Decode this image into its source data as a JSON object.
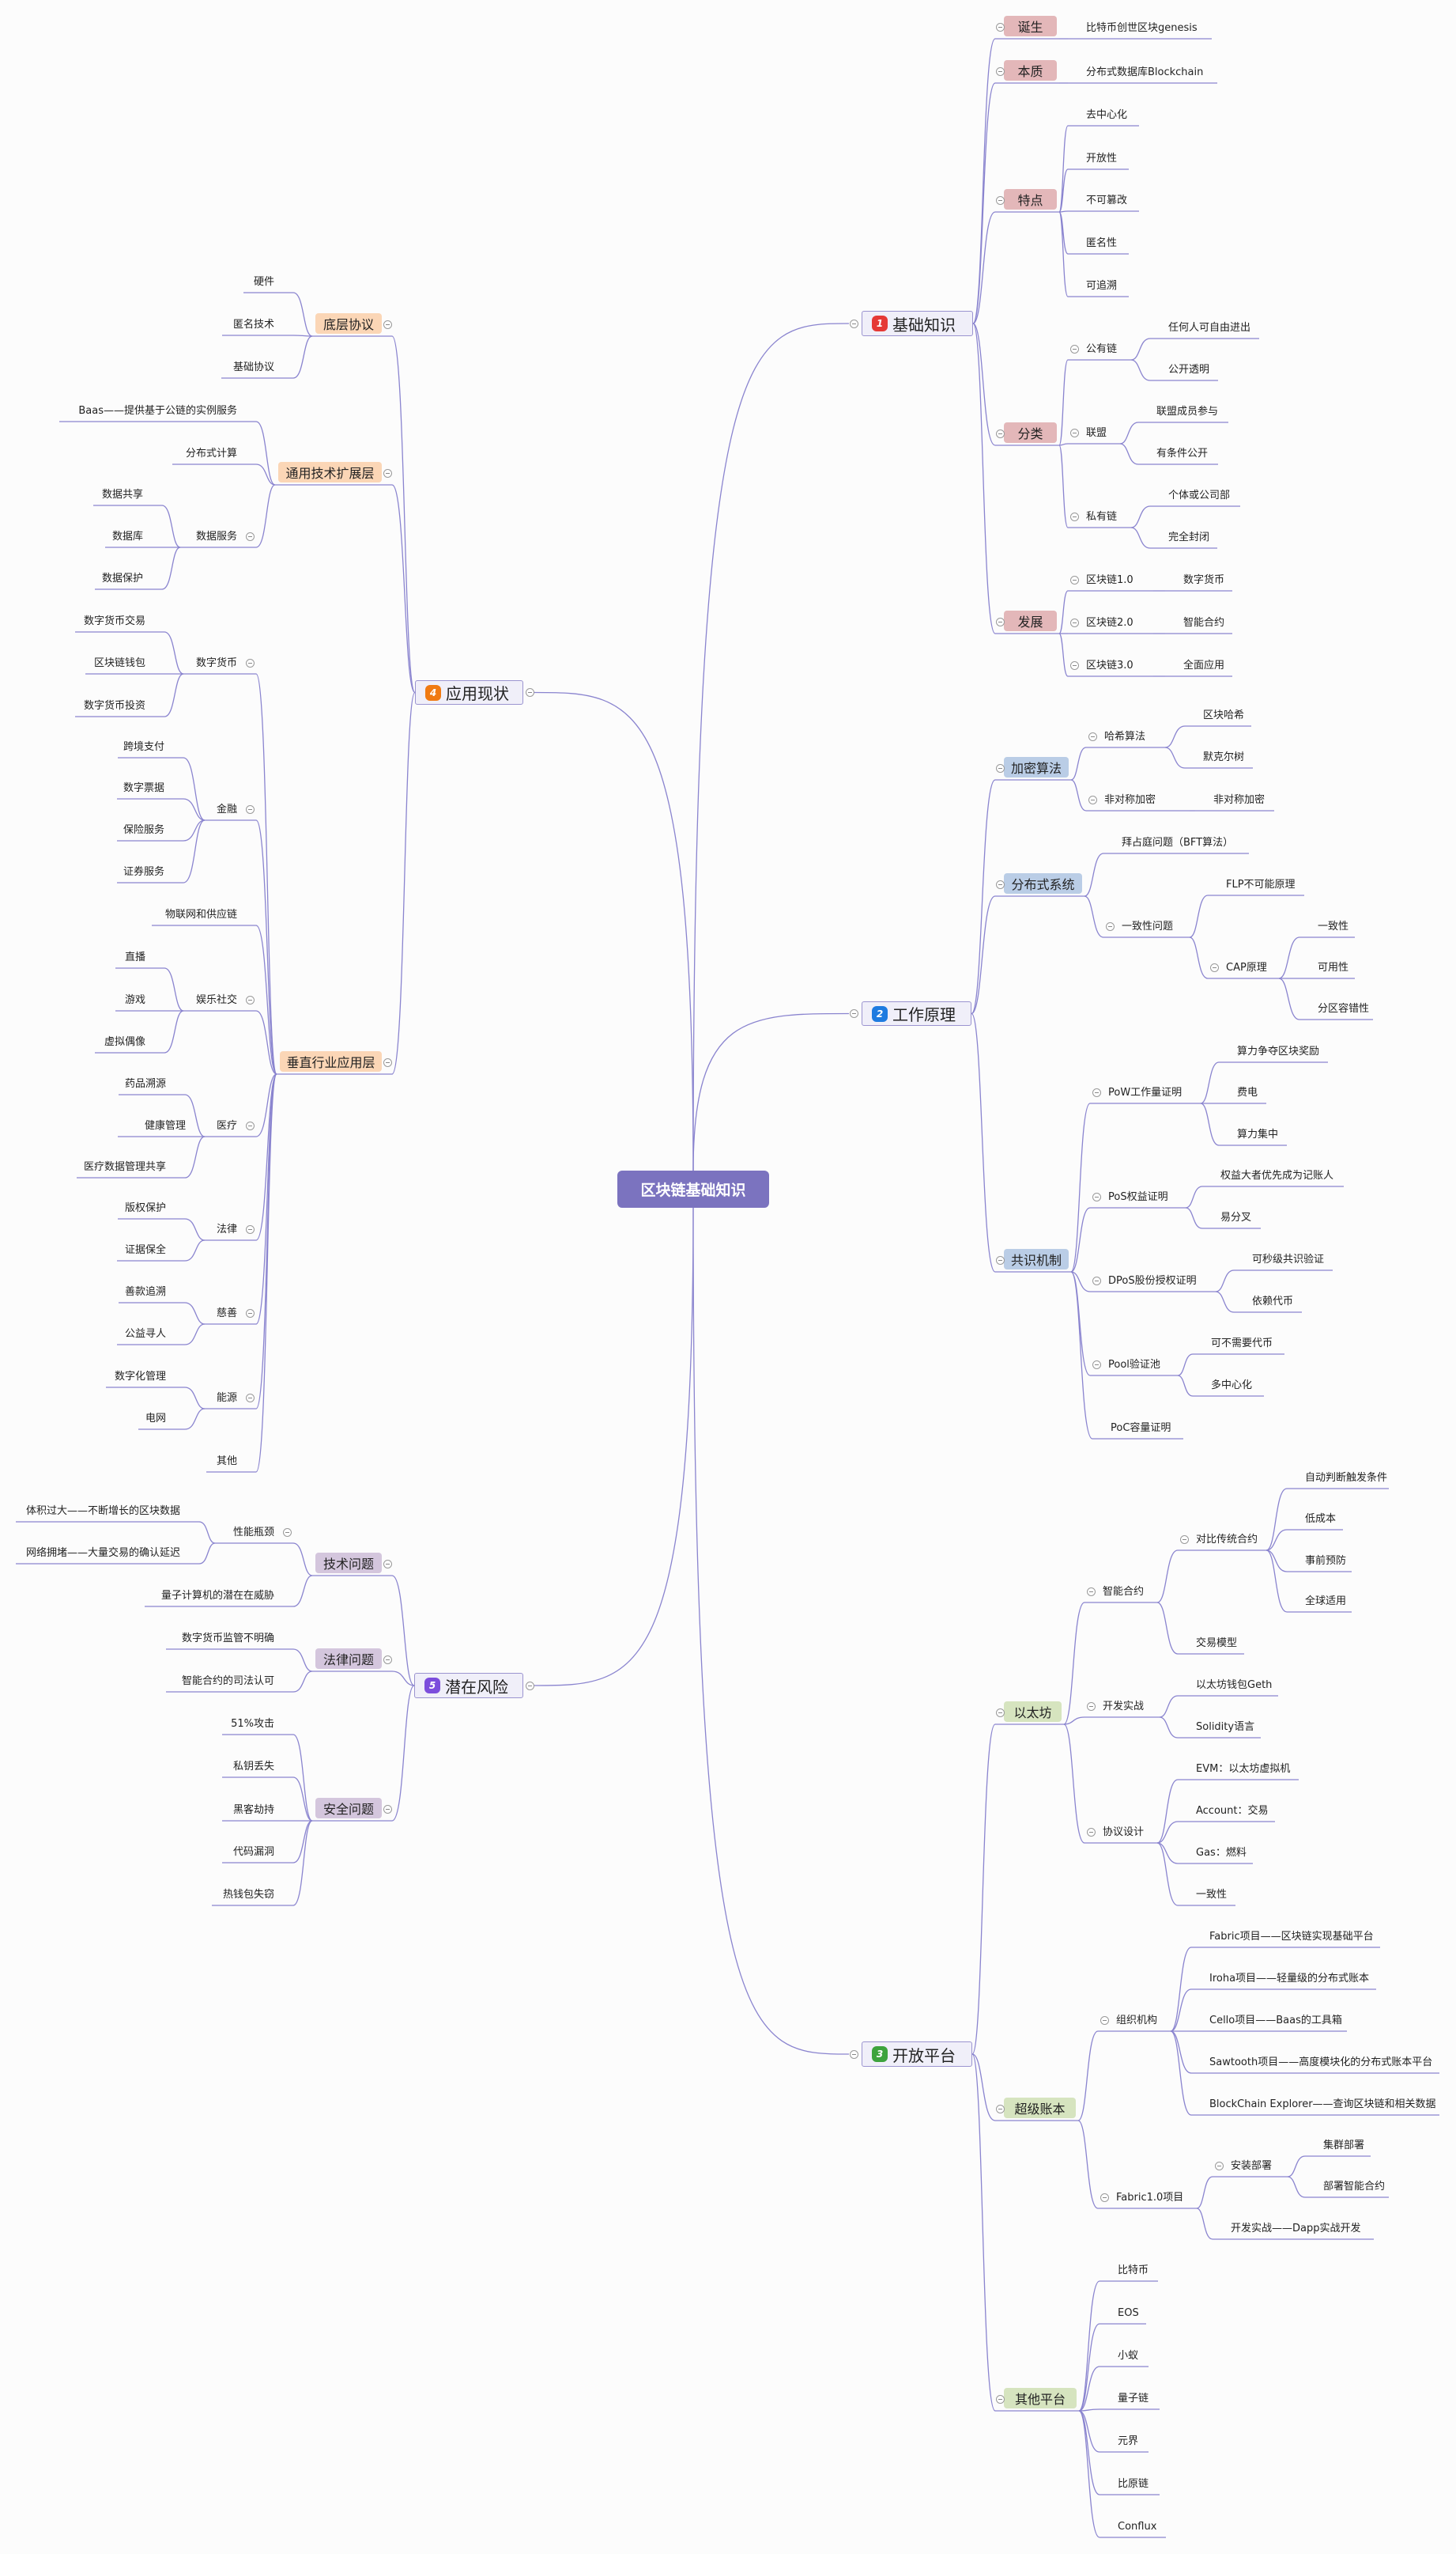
{
  "title": "区块链基础知识",
  "colors": {
    "line": "#8a84cf",
    "center": "#7b73bf"
  },
  "branches": [
    {
      "badge": "1",
      "badge_color": "#e53935",
      "cat_color": "#e3b7b9",
      "label": "基础知识",
      "children": [
        {
          "label": "诞生",
          "children": [
            {
              "label": "比特币创世区块genesis"
            }
          ]
        },
        {
          "label": "本质",
          "children": [
            {
              "label": "分布式数据库Blockchain"
            }
          ]
        },
        {
          "label": "特点",
          "children": [
            {
              "label": "去中心化"
            },
            {
              "label": "开放性"
            },
            {
              "label": "不可篡改"
            },
            {
              "label": "匿名性"
            },
            {
              "label": "可追溯"
            }
          ]
        },
        {
          "label": "分类",
          "children": [
            {
              "label": "公有链",
              "children": [
                {
                  "label": "任何人可自由进出"
                },
                {
                  "label": "公开透明"
                }
              ]
            },
            {
              "label": "联盟",
              "children": [
                {
                  "label": "联盟成员参与"
                },
                {
                  "label": "有条件公开"
                }
              ]
            },
            {
              "label": "私有链",
              "children": [
                {
                  "label": "个体或公司部"
                },
                {
                  "label": "完全封闭"
                }
              ]
            }
          ]
        },
        {
          "label": "发展",
          "children": [
            {
              "label": "区块链1.0",
              "children": [
                {
                  "label": "数字货币"
                }
              ]
            },
            {
              "label": "区块链2.0",
              "children": [
                {
                  "label": "智能合约"
                }
              ]
            },
            {
              "label": "区块链3.0",
              "children": [
                {
                  "label": "全面应用"
                }
              ]
            }
          ]
        }
      ]
    },
    {
      "badge": "2",
      "badge_color": "#1e7be0",
      "cat_color": "#bacde6",
      "label": "工作原理",
      "children": [
        {
          "label": "加密算法",
          "children": [
            {
              "label": "哈希算法",
              "children": [
                {
                  "label": "区块哈希"
                },
                {
                  "label": "默克尔树"
                }
              ]
            },
            {
              "label": "非对称加密",
              "children": [
                {
                  "label": "非对称加密"
                }
              ]
            }
          ]
        },
        {
          "label": "分布式系统",
          "children": [
            {
              "label": "拜占庭问题（BFT算法）"
            },
            {
              "label": "一致性问题",
              "children": [
                {
                  "label": "FLP不可能原理"
                },
                {
                  "label": "CAP原理",
                  "children": [
                    {
                      "label": "一致性"
                    },
                    {
                      "label": "可用性"
                    },
                    {
                      "label": "分区容错性"
                    }
                  ]
                }
              ]
            }
          ]
        },
        {
          "label": "共识机制",
          "children": [
            {
              "label": "PoW工作量证明",
              "children": [
                {
                  "label": "算力争夺区块奖励"
                },
                {
                  "label": "费电"
                },
                {
                  "label": "算力集中"
                }
              ]
            },
            {
              "label": "PoS权益证明",
              "children": [
                {
                  "label": "权益大者优先成为记账人"
                },
                {
                  "label": "易分叉"
                }
              ]
            },
            {
              "label": "DPoS股份授权证明",
              "children": [
                {
                  "label": "可秒级共识验证"
                },
                {
                  "label": "依赖代币"
                }
              ]
            },
            {
              "label": "Pool验证池",
              "children": [
                {
                  "label": "可不需要代币"
                },
                {
                  "label": "多中心化"
                }
              ]
            },
            {
              "label": "PoC容量证明"
            }
          ]
        }
      ]
    },
    {
      "badge": "3",
      "badge_color": "#3da33d",
      "cat_color": "#d6e4bf",
      "label": "开放平台",
      "children": [
        {
          "label": "以太坊",
          "children": [
            {
              "label": "智能合约",
              "children": [
                {
                  "label": "对比传统合约",
                  "children": [
                    {
                      "label": "自动判断触发条件"
                    },
                    {
                      "label": "低成本"
                    },
                    {
                      "label": "事前预防"
                    },
                    {
                      "label": "全球适用"
                    }
                  ]
                },
                {
                  "label": "交易模型"
                }
              ]
            },
            {
              "label": "开发实战",
              "children": [
                {
                  "label": "以太坊钱包Geth"
                },
                {
                  "label": "Solidity语言"
                }
              ]
            },
            {
              "label": "协议设计",
              "children": [
                {
                  "label": "EVM：以太坊虚拟机"
                },
                {
                  "label": "Account：交易"
                },
                {
                  "label": "Gas：燃料"
                },
                {
                  "label": "一致性"
                }
              ]
            }
          ]
        },
        {
          "label": "超级账本",
          "children": [
            {
              "label": "组织机构",
              "children": [
                {
                  "label": "Fabric项目——区块链实现基础平台"
                },
                {
                  "label": "Iroha项目——轻量级的分布式账本"
                },
                {
                  "label": "Cello项目——Baas的工具箱"
                },
                {
                  "label": "Sawtooth项目——高度模块化的分布式账本平台"
                },
                {
                  "label": "BlockChain Explorer——查询区块链和相关数据"
                }
              ]
            },
            {
              "label": "Fabric1.0项目",
              "children": [
                {
                  "label": "安装部署",
                  "children": [
                    {
                      "label": "集群部署"
                    },
                    {
                      "label": "部署智能合约"
                    }
                  ]
                },
                {
                  "label": "开发实战——Dapp实战开发"
                }
              ]
            }
          ]
        },
        {
          "label": "其他平台",
          "children": [
            {
              "label": "比特币"
            },
            {
              "label": "EOS"
            },
            {
              "label": "小蚁"
            },
            {
              "label": "量子链"
            },
            {
              "label": "元界"
            },
            {
              "label": "比原链"
            },
            {
              "label": "Conflux"
            }
          ]
        }
      ]
    },
    {
      "badge": "4",
      "badge_color": "#f07a12",
      "cat_color": "#fbd6b6",
      "label": "应用现状",
      "children": [
        {
          "label": "底层协议",
          "children": [
            {
              "label": "硬件"
            },
            {
              "label": "匿名技术"
            },
            {
              "label": "基础协议"
            }
          ]
        },
        {
          "label": "通用技术扩展层",
          "children": [
            {
              "label": "Baas——提供基于公链的实例服务"
            },
            {
              "label": "分布式计算"
            },
            {
              "label": "数据服务",
              "children": [
                {
                  "label": "数据共享"
                },
                {
                  "label": "数据库"
                },
                {
                  "label": "数据保护"
                }
              ]
            }
          ]
        },
        {
          "label": "垂直行业应用层",
          "children": [
            {
              "label": "数字货币",
              "children": [
                {
                  "label": "数字货币交易"
                },
                {
                  "label": "区块链钱包"
                },
                {
                  "label": "数字货币投资"
                }
              ]
            },
            {
              "label": "金融",
              "children": [
                {
                  "label": "跨境支付"
                },
                {
                  "label": "数字票据"
                },
                {
                  "label": "保险服务"
                },
                {
                  "label": "证券服务"
                }
              ]
            },
            {
              "label": "物联网和供应链"
            },
            {
              "label": "娱乐社交",
              "children": [
                {
                  "label": "直播"
                },
                {
                  "label": "游戏"
                },
                {
                  "label": "虚拟偶像"
                }
              ]
            },
            {
              "label": "医疗",
              "children": [
                {
                  "label": "药品溯源"
                },
                {
                  "label": "健康管理"
                },
                {
                  "label": "医疗数据管理共享"
                }
              ]
            },
            {
              "label": "法律",
              "children": [
                {
                  "label": "版权保护"
                },
                {
                  "label": "证据保全"
                }
              ]
            },
            {
              "label": "慈善",
              "children": [
                {
                  "label": "善款追溯"
                },
                {
                  "label": "公益寻人"
                }
              ]
            },
            {
              "label": "能源",
              "children": [
                {
                  "label": "数字化管理"
                },
                {
                  "label": "电网"
                }
              ]
            },
            {
              "label": "其他"
            }
          ]
        }
      ]
    },
    {
      "badge": "5",
      "badge_color": "#7c4ddc",
      "cat_color": "#d4c6dd",
      "label": "潜在风险",
      "children": [
        {
          "label": "技术问题",
          "children": [
            {
              "label": "性能瓶颈",
              "children": [
                {
                  "label": "体积过大——不断增长的区块数据"
                },
                {
                  "label": "网络拥堵——大量交易的确认延迟"
                }
              ]
            },
            {
              "label": "量子计算机的潜在在威胁"
            }
          ]
        },
        {
          "label": "法律问题",
          "children": [
            {
              "label": "数字货币监管不明确"
            },
            {
              "label": "智能合约的司法认可"
            }
          ]
        },
        {
          "label": "安全问题",
          "children": [
            {
              "label": "51%攻击"
            },
            {
              "label": "私钥丢失"
            },
            {
              "label": "黑客劫持"
            },
            {
              "label": "代码漏洞"
            },
            {
              "label": "热钱包失窃"
            }
          ]
        }
      ]
    }
  ]
}
